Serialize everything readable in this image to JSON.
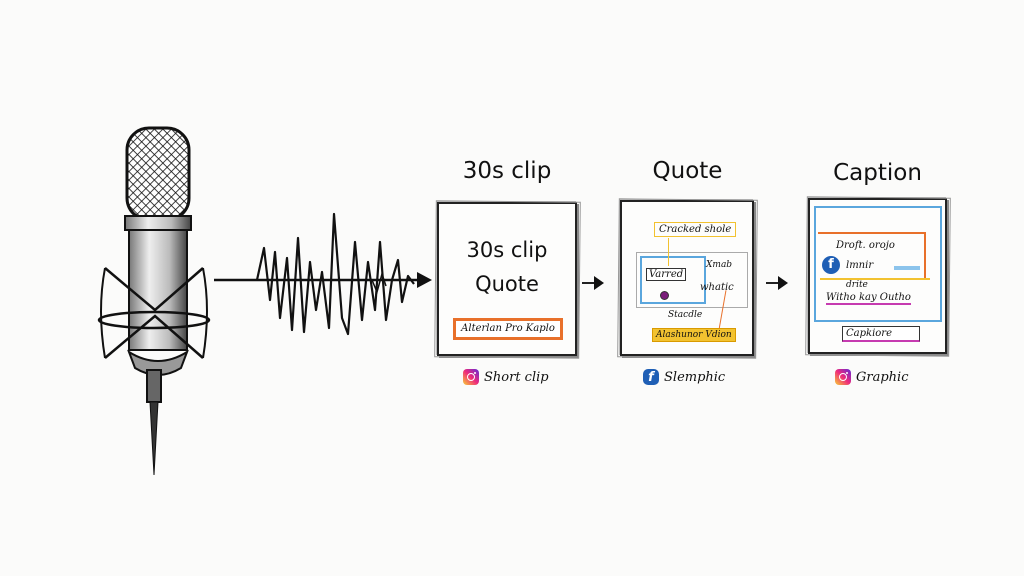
{
  "diagram": {
    "source": {
      "icon": "microphone-icon",
      "waveform_icon": "audio-waveform-icon"
    },
    "steps": [
      {
        "title": "30s clip",
        "card_lines": [
          "30s clip",
          "Quote"
        ],
        "card_banner": "Alterlan Pro Kaplo",
        "banner_color": "#e8702a",
        "platform_icon": "instagram-icon",
        "platform_label": "Short clip"
      },
      {
        "title": "Quote",
        "card_labels": [
          "Cracked shole",
          "Varred",
          "Xmab",
          "whatic",
          "Stacdle",
          "Alashunor Vdion"
        ],
        "accent_colors": [
          "#f2c230",
          "#5aa6dd",
          "#e8702a",
          "#7a1d7a"
        ],
        "platform_icon": "facebook-icon",
        "platform_label": "Slemphic"
      },
      {
        "title": "Caption",
        "card_labels": [
          "Droft. orojo",
          "lmnir",
          "drite",
          "Witho kay Outho",
          "Capkiore"
        ],
        "accent_colors": [
          "#5aa6dd",
          "#e8702a",
          "#f2c230",
          "#c63bb0"
        ],
        "platform_icon": "instagram-icon",
        "platform_label": "Graphic"
      }
    ]
  }
}
